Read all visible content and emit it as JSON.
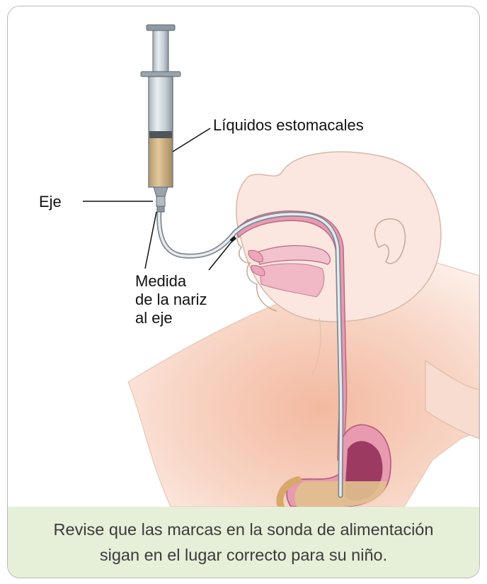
{
  "labels": {
    "stomach_fluids": "Líquidos estomacales",
    "hub": "Eje",
    "measure_line1": "Medida",
    "measure_line2": "de la nariz",
    "measure_line3": "al eje"
  },
  "caption": {
    "line1": "Revise que las marcas en la sonda de alimentación",
    "line2": "sigan en el lugar correcto para su niño."
  },
  "colors": {
    "skin": "#f6d6c4",
    "mucosa": "#e7a2b6",
    "stomach_inner": "#a23f68",
    "fluid": "#d9b98a",
    "footer_bg": "#e6efd8",
    "border": "#b7b9b8"
  }
}
